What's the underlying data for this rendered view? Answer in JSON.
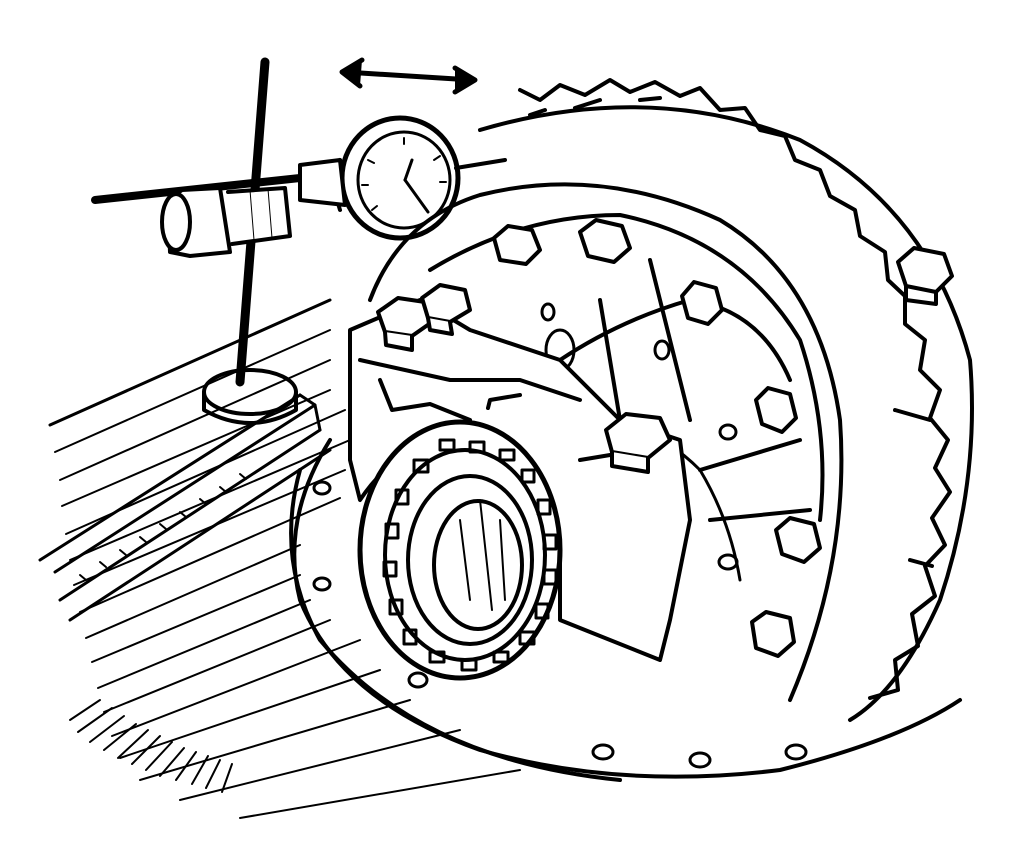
{
  "figure": {
    "style": "black line-art technical illustration",
    "line_color": "#000000",
    "background_color": "#ffffff",
    "components": [
      "dial-indicator",
      "magnetic-base-stand",
      "ring-gear",
      "differential-case",
      "bearing-cap",
      "carrier-bearing",
      "bearing-cap-bolts",
      "ring-gear-bolts",
      "carrier-housing-flange",
      "workbench"
    ],
    "motion_indicator": "double-headed-arrow",
    "ring_gear_bolt_count": 7,
    "bearing_cap_bolt_count": 3
  }
}
